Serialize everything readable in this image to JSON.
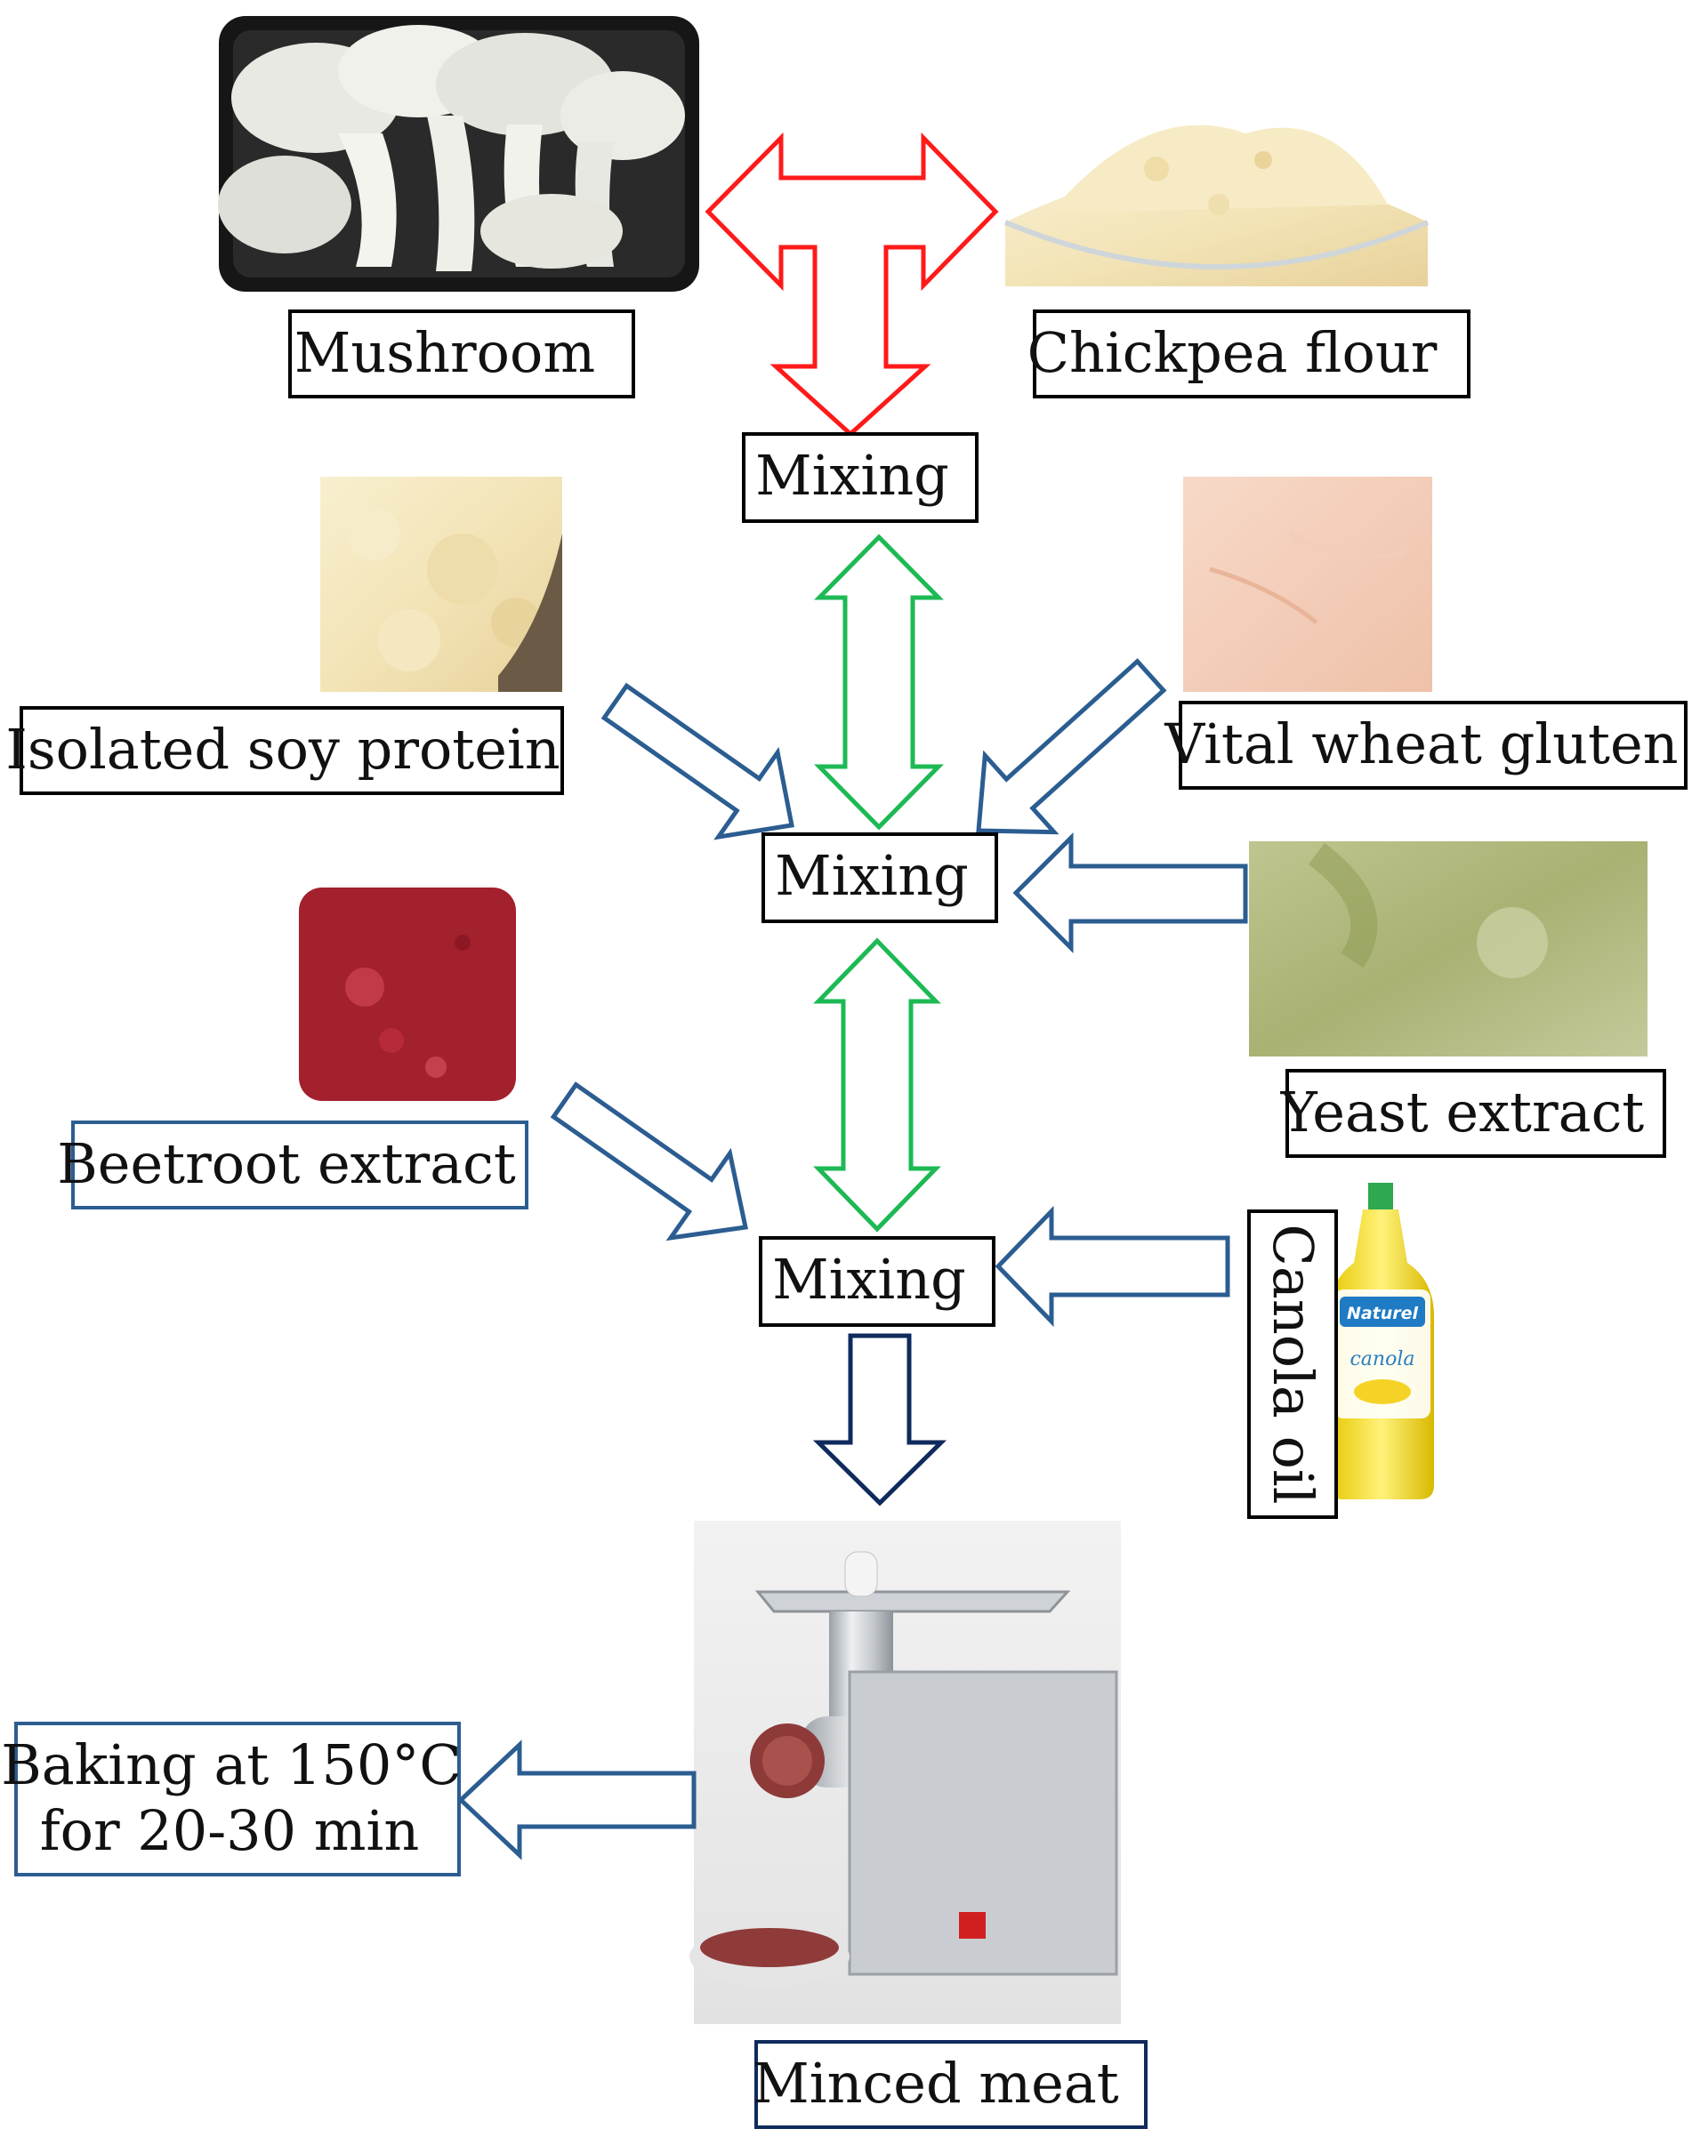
{
  "labels": {
    "mushroom": "Mushroom",
    "chickpea": "Chickpea flour",
    "mixing_1": "Mixing",
    "soy": "Isolated soy protein",
    "gluten": "Vital wheat gluten",
    "mixing_2": "Mixing",
    "beetroot": "Beetroot extract",
    "yeast": "Yeast extract",
    "mixing_3": "Mixing",
    "canola": "Canola oil",
    "bottle_brand": "Naturel",
    "bottle_product": "canola",
    "baking_line1": "Baking at 150°C",
    "baking_line2": "for 20-30 min",
    "minced": "Minced meat"
  },
  "colors": {
    "step1_arrows": "#ff1a1a",
    "step2_arrows": "#1db954",
    "input_arrows": "#2b5d91",
    "grinder_arrow": "#0f2a5c",
    "box_border_black": "#000000",
    "box_border_blue": "#2b5d91"
  }
}
